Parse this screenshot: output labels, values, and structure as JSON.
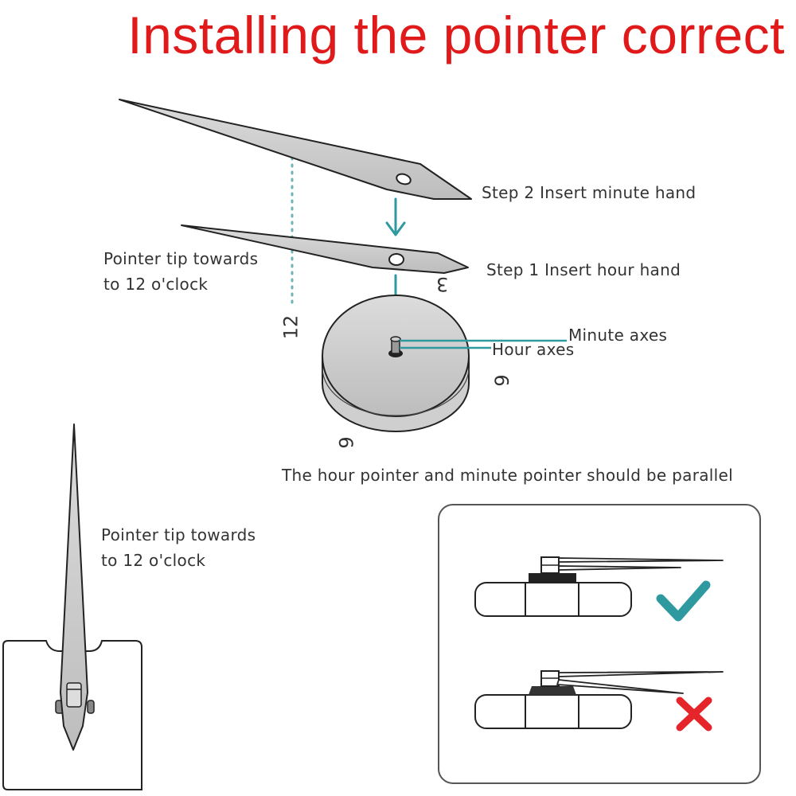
{
  "title": "Installing the pointer correct",
  "labels": {
    "step2": "Step 2 Insert minute hand",
    "step1": "Step 1 Insert hour hand",
    "tip_top_line1": "Pointer tip towards",
    "tip_top_line2": "to 12 o'clock",
    "minute_axes": "Minute axes",
    "hour_axes": "Hour axes",
    "parallel_note": "The hour pointer and minute pointer should be parallel",
    "tip_bottom_line1": "Pointer tip towards",
    "tip_bottom_line2": "to 12 o'clock"
  },
  "dial_numbers": {
    "twelve": "12",
    "three": "3",
    "six": "6",
    "nine": "9"
  },
  "colors": {
    "title": "#e01a1a",
    "arrow": "#2e9aa0",
    "check": "#2e9aa0",
    "cross": "#e5252a",
    "metal": "#c9c9c9",
    "outline": "#222222"
  },
  "icons": {
    "correct": "check-icon",
    "incorrect": "cross-icon"
  }
}
